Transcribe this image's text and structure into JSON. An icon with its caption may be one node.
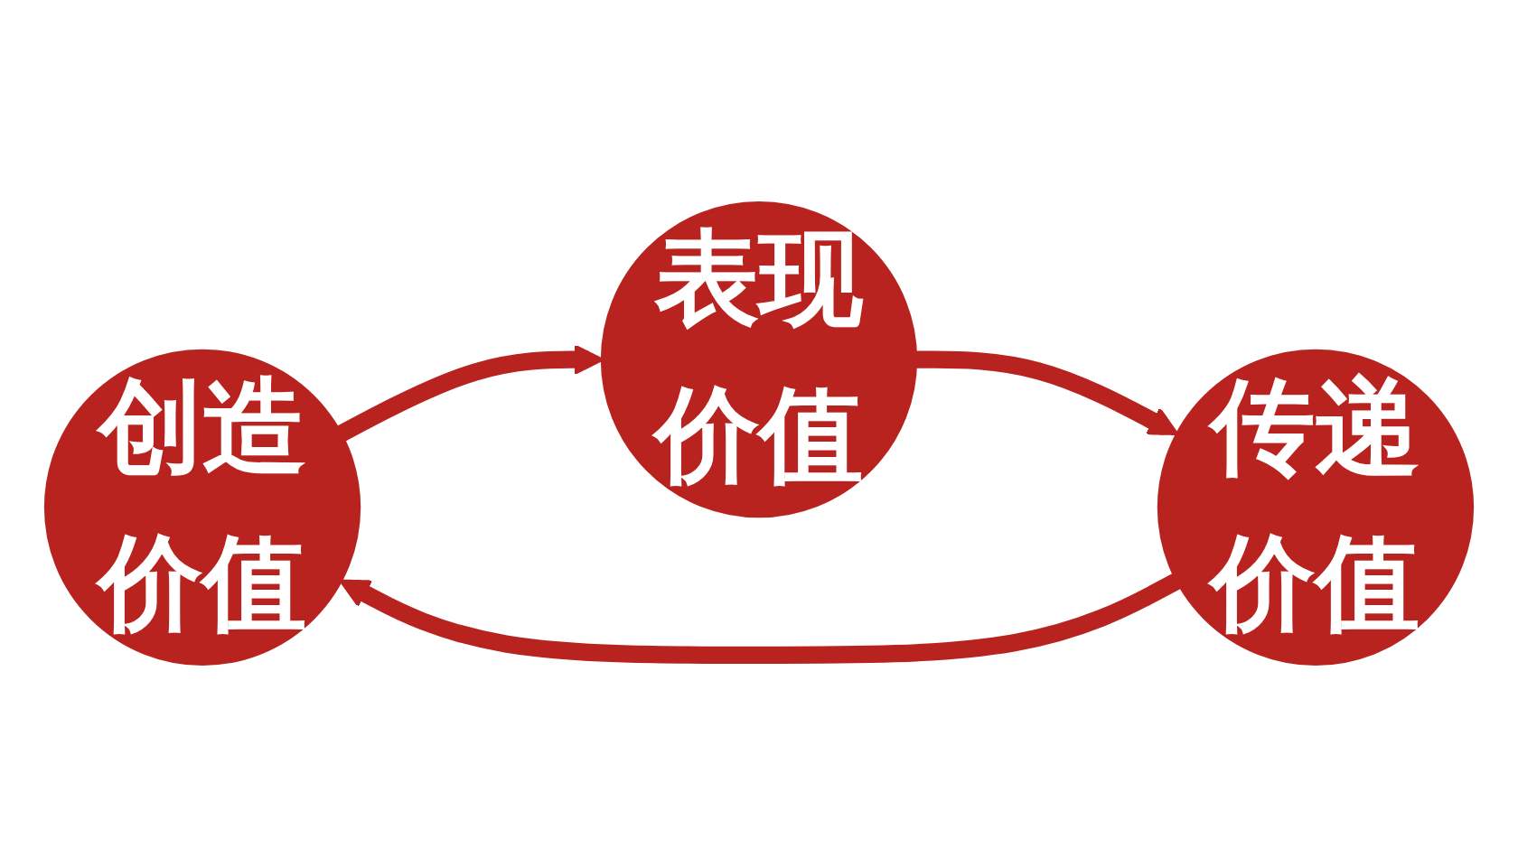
{
  "diagram": {
    "nodes": [
      {
        "text": [
          "创造价值"
        ]
      },
      {
        "text": [
          "表现价值"
        ]
      },
      {
        "text": [
          "传递价值"
        ]
      }
    ],
    "edges": [
      {
        "from": 0,
        "to": 1,
        "arrow": "to"
      },
      {
        "from": 1,
        "to": 2,
        "arrow": "to"
      },
      {
        "from": 2,
        "to": 0,
        "arrow": "to"
      }
    ]
  }
}
